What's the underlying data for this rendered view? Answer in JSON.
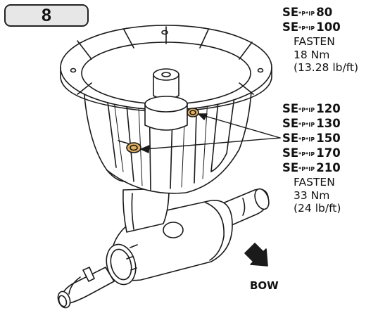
{
  "step": {
    "number": "8"
  },
  "specs": [
    {
      "models": [
        {
          "prefix": "SE",
          "code": "*P*IP",
          "number": "80"
        },
        {
          "prefix": "SE",
          "code": "*P*IP",
          "number": "100"
        }
      ],
      "instruction": "FASTEN",
      "torque_metric": "18 Nm",
      "torque_imperial": "(13.28 lb/ft)"
    },
    {
      "models": [
        {
          "prefix": "SE",
          "code": "*P*IP",
          "number": "120"
        },
        {
          "prefix": "SE",
          "code": "*P*IP",
          "number": "130"
        },
        {
          "prefix": "SE",
          "code": "*P*IP",
          "number": "150"
        },
        {
          "prefix": "SE",
          "code": "*P*IP",
          "number": "170"
        },
        {
          "prefix": "SE",
          "code": "*P*IP",
          "number": "210"
        }
      ],
      "instruction": "FASTEN",
      "torque_metric": "33 Nm",
      "torque_imperial": "(24 lb/ft)"
    }
  ],
  "direction": {
    "label": "BOW"
  },
  "colors": {
    "line": "#1a1a1a",
    "fill": "#ffffff",
    "badge_bg": "#e7e7e7",
    "bolt": "#e0b060"
  },
  "icons": [
    "arrow-down-right-icon"
  ]
}
